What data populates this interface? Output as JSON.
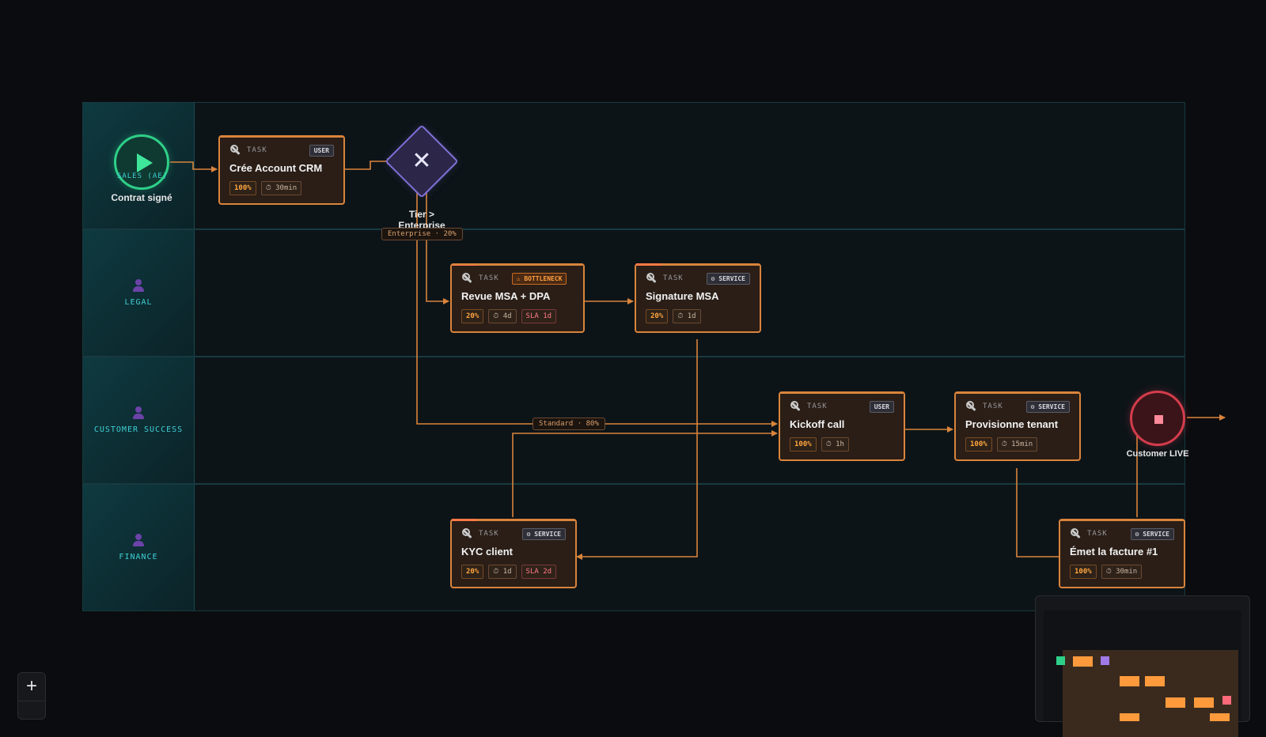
{
  "lanes": [
    {
      "label": "SALES (AE)"
    },
    {
      "label": "LEGAL"
    },
    {
      "label": "CUSTOMER SUCCESS"
    },
    {
      "label": "FINANCE"
    }
  ],
  "start_event": {
    "label": "Contrat signé"
  },
  "gateway": {
    "label": "Tier > Enterprise",
    "icon": "x-icon"
  },
  "end_event": {
    "label": "Customer LIVE"
  },
  "edge_labels": {
    "enterprise": "Enterprise · 20%",
    "standard": "Standard · 80%"
  },
  "tasks": [
    {
      "id": "crm",
      "kind": "TASK",
      "badge": "USER",
      "title": "Crée Account CRM",
      "chips": [
        "100%",
        "⏱ 30min"
      ]
    },
    {
      "id": "msa",
      "kind": "TASK",
      "badge": "⚠ BOTTLENECK",
      "title": "Revue MSA + DPA",
      "chips": [
        "20%",
        "⏱ 4d",
        "SLA 1d"
      ]
    },
    {
      "id": "sig",
      "kind": "TASK",
      "badge": "⚙ SERVICE",
      "title": "Signature MSA",
      "chips": [
        "20%",
        "⏱ 1d"
      ]
    },
    {
      "id": "kick",
      "kind": "TASK",
      "badge": "USER",
      "title": "Kickoff call",
      "chips": [
        "100%",
        "⏱ 1h"
      ]
    },
    {
      "id": "prov",
      "kind": "TASK",
      "badge": "⚙ SERVICE",
      "title": "Provisionne tenant",
      "chips": [
        "100%",
        "⏱ 15min"
      ]
    },
    {
      "id": "kyc",
      "kind": "TASK",
      "badge": "⚙ SERVICE",
      "title": "KYC client",
      "chips": [
        "20%",
        "⏱ 1d",
        "SLA 2d"
      ]
    },
    {
      "id": "fact",
      "kind": "TASK",
      "badge": "⚙ SERVICE",
      "title": "Émet la facture #1",
      "chips": [
        "100%",
        "⏱ 30min"
      ]
    }
  ],
  "controls": {
    "zoom_in": "+"
  },
  "colors": {
    "task_border": "#d9843c",
    "edge": "#d9843c",
    "start": "#2ecf88",
    "end": "#d43c4c",
    "gateway": "#7d6fd6",
    "lane_accent": "#3fd0d4"
  }
}
